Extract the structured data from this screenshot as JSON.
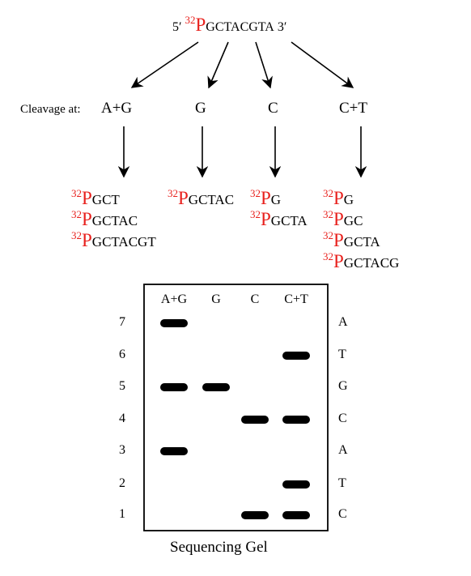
{
  "top_sequence": {
    "five_prime": "5′",
    "label_sup": "32",
    "label_p": "P",
    "sequence": "GCTACGTA",
    "three_prime": "3′"
  },
  "cleavage": {
    "prefix": "Cleavage at:",
    "reactions": [
      "A+G",
      "G",
      "C",
      "C+T"
    ]
  },
  "fragments": {
    "ag": [
      "GCT",
      "GCTAC",
      "GCTACGT"
    ],
    "g": [
      "GCTAC"
    ],
    "c": [
      "G",
      "GCTA"
    ],
    "ct": [
      "G",
      "GC",
      "GCTA",
      "GCTACG"
    ],
    "label_sup": "32",
    "label_p": "P"
  },
  "gel": {
    "lanes": [
      "A+G",
      "G",
      "C",
      "C+T"
    ],
    "rows": [
      "1",
      "2",
      "3",
      "4",
      "5",
      "6",
      "7"
    ],
    "bases": [
      "C",
      "T",
      "A",
      "C",
      "G",
      "T",
      "A"
    ],
    "bands": [
      {
        "lane": 0,
        "row": 7
      },
      {
        "lane": 3,
        "row": 6
      },
      {
        "lane": 0,
        "row": 5
      },
      {
        "lane": 1,
        "row": 5
      },
      {
        "lane": 2,
        "row": 4
      },
      {
        "lane": 3,
        "row": 4
      },
      {
        "lane": 0,
        "row": 3
      },
      {
        "lane": 3,
        "row": 2
      },
      {
        "lane": 2,
        "row": 1
      },
      {
        "lane": 3,
        "row": 1
      }
    ],
    "caption": "Sequencing Gel"
  },
  "colors": {
    "label": "#e8201c",
    "ink": "#000000"
  }
}
